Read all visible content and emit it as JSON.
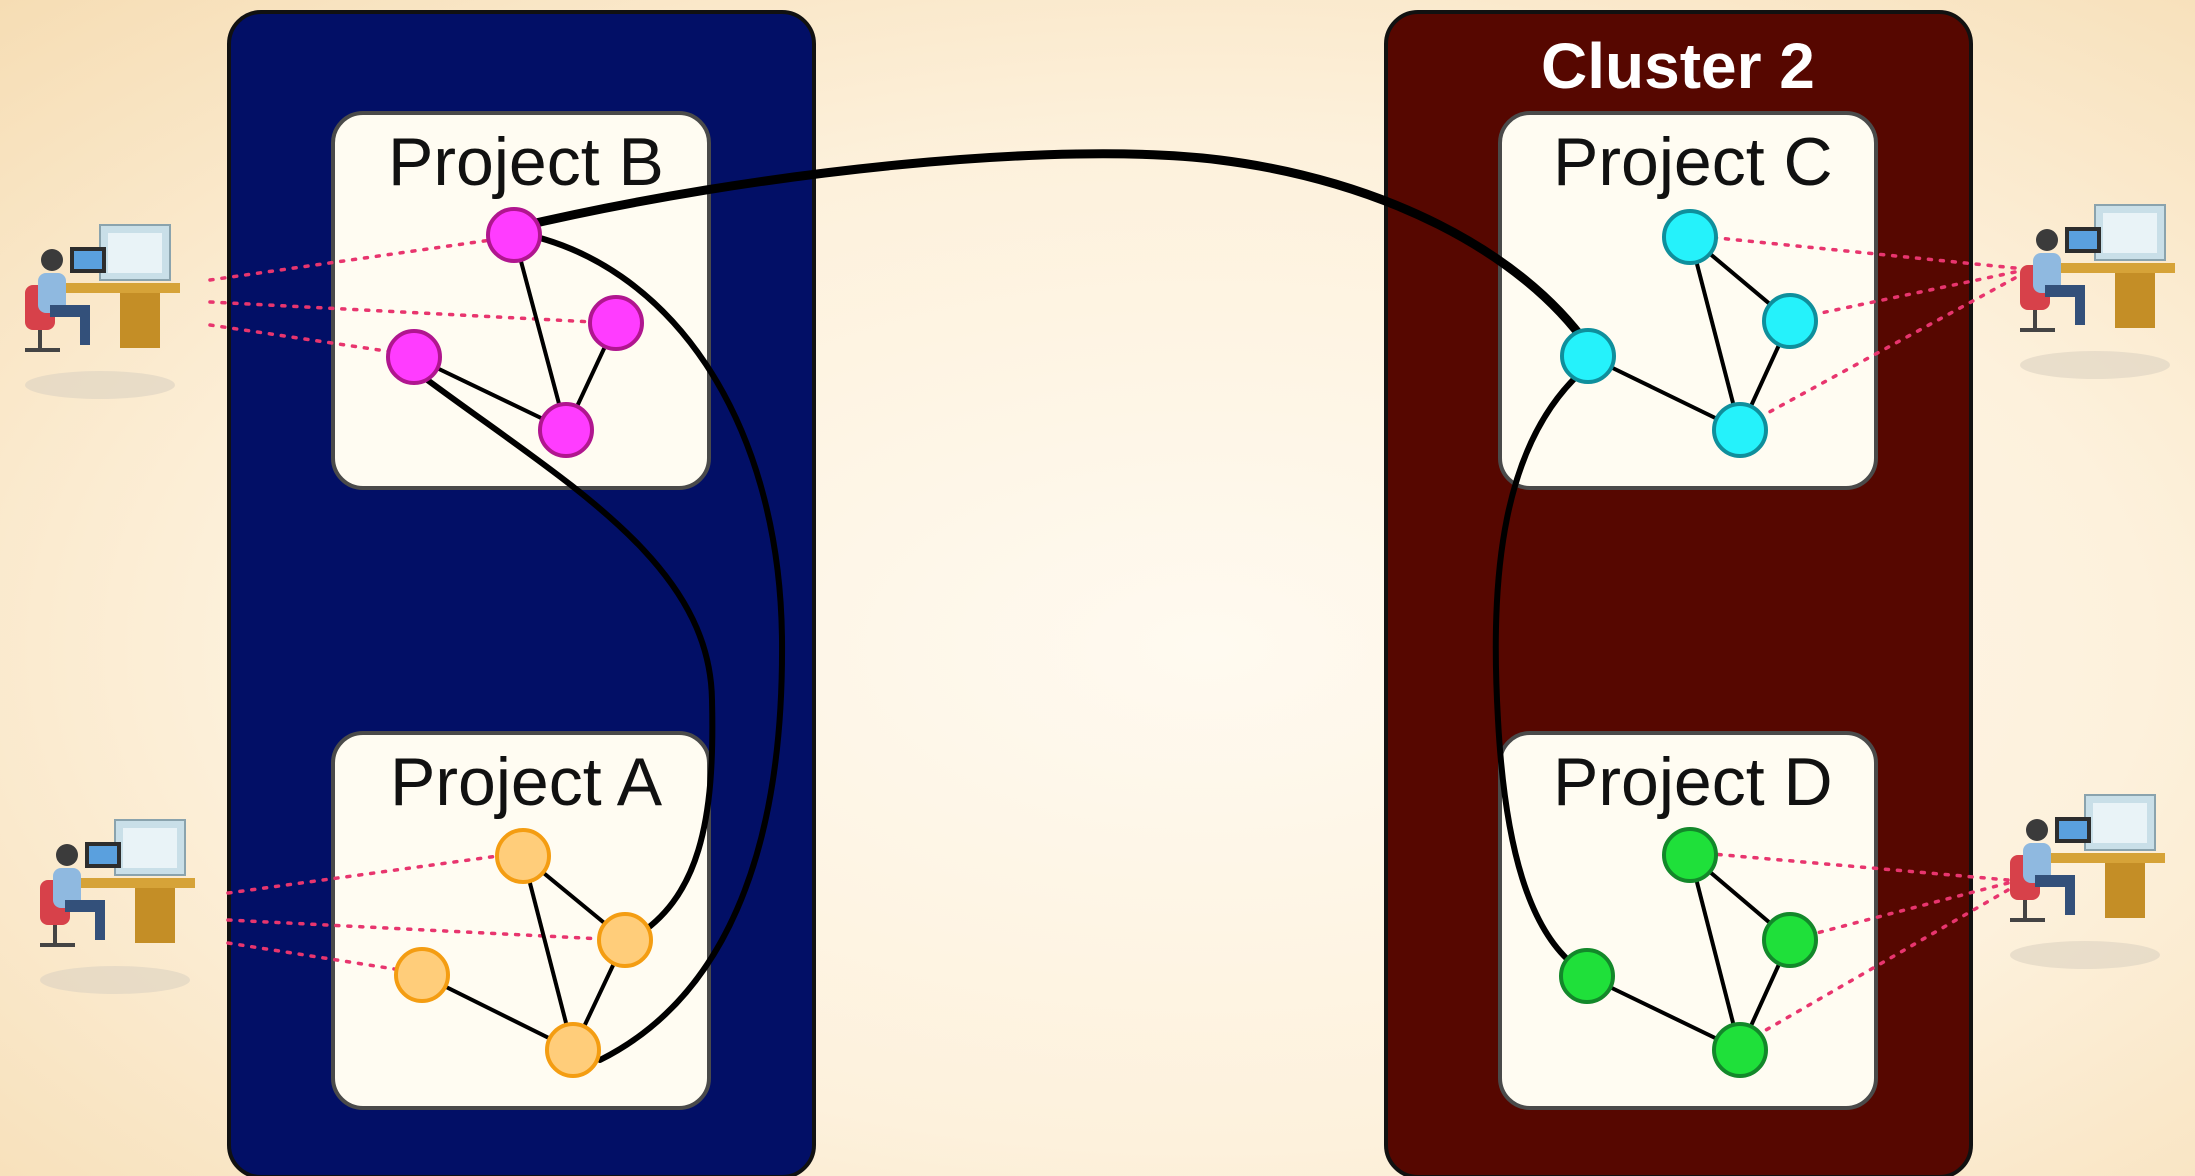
{
  "clusters": [
    {
      "id": "cluster-1",
      "title": "",
      "fill": "#020f66"
    },
    {
      "id": "cluster-2",
      "title": "Cluster 2",
      "fill": "#560700"
    }
  ],
  "projects": [
    {
      "id": "project-b",
      "label": "Project B",
      "node_color": "#ff3cff",
      "node_stroke": "#b0168f"
    },
    {
      "id": "project-a",
      "label": "Project A",
      "node_color": "#ffcd7a",
      "node_stroke": "#f49d12"
    },
    {
      "id": "project-c",
      "label": "Project C",
      "node_color": "#25f2fb",
      "node_stroke": "#0f8f9c"
    },
    {
      "id": "project-d",
      "label": "Project D",
      "node_color": "#1fe03a",
      "node_stroke": "#13882a"
    }
  ],
  "colors": {
    "link": "#000000",
    "user_link": "#e8356e",
    "project_box": "#fffcf2",
    "project_border": "#4a4a4a"
  },
  "icons": [
    "user-workstation-icon"
  ]
}
